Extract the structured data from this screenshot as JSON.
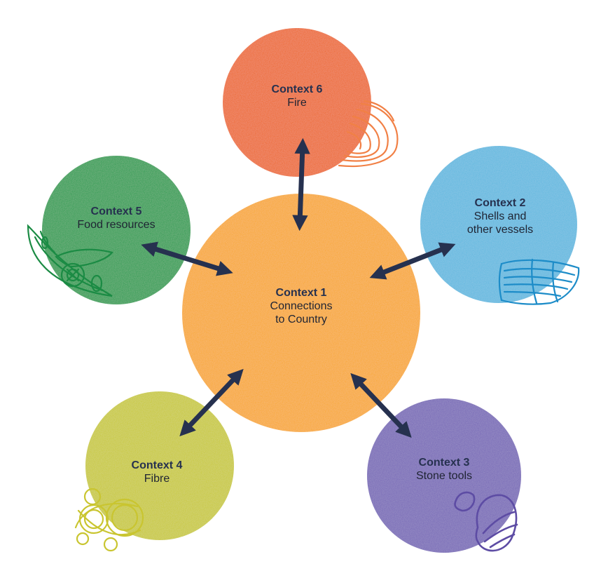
{
  "nodes": {
    "center": {
      "title": "Context 1",
      "line1": "Connections",
      "line2": "to Country",
      "color": "#F8A624"
    },
    "fire": {
      "title": "Context 6",
      "line1": "Fire",
      "color": "#EC6624"
    },
    "food": {
      "title": "Context 5",
      "line1": "Food resources",
      "color": "#1E9B4B"
    },
    "shells": {
      "title": "Context 2",
      "line1": "Shells and",
      "line2": "other vessels",
      "color": "#5BB7DF"
    },
    "fibre": {
      "title": "Context 4",
      "line1": "Fibre",
      "color": "#C7C82E"
    },
    "stone": {
      "title": "Context 3",
      "line1": "Stone tools",
      "color": "#7565B6"
    }
  },
  "colors": {
    "arrow": "#26314F",
    "title_text": "#26314F",
    "body_text": "#1f2433",
    "fire_motif": "#F18045",
    "food_motif": "#1B8B44",
    "shell_motif": "#1D8CC8",
    "fibre_motif": "#C9C530",
    "stone_motif": "#5D4CA4"
  }
}
